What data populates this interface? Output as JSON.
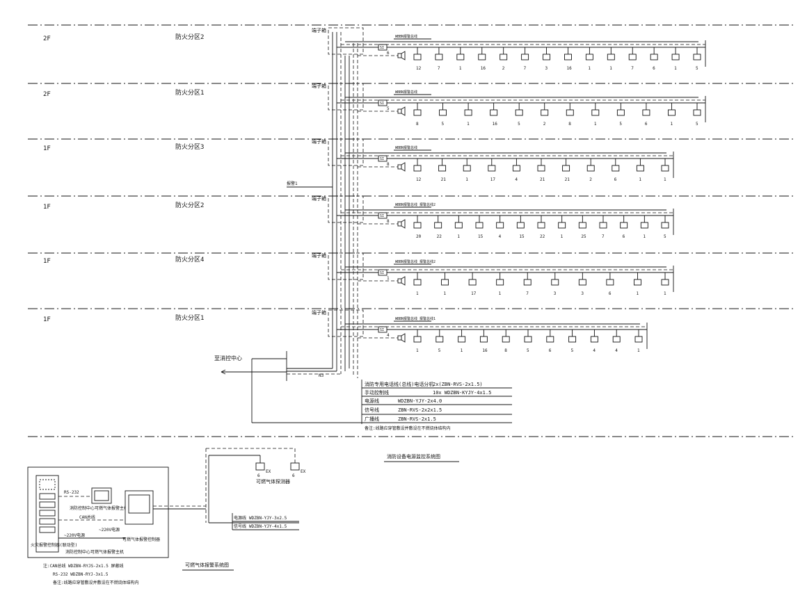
{
  "floors": [
    {
      "level": "2F",
      "zone": "防火分区2"
    },
    {
      "level": "2F",
      "zone": "防火分区1"
    },
    {
      "level": "1F",
      "zone": "防火分区3"
    },
    {
      "level": "1F",
      "zone": "防火分区2"
    },
    {
      "level": "1F",
      "zone": "防火分区4"
    },
    {
      "level": "1F",
      "zone": "防火分区1"
    }
  ],
  "junction_box_label": "端子箱",
  "si_label": "SI",
  "zone_numbers": [
    "6",
    "5",
    "8",
    "8",
    "1",
    "4"
  ],
  "bus_labels": [
    "WBBN报警总线",
    "WBBN报警总线",
    "WBBN报警总线",
    "WBBN报警总线 报警总线2",
    "WBBN报警总线 报警总线2",
    "WBBN报警总线 报警总线1"
  ],
  "device_counts": [
    [
      "12",
      "7",
      "1",
      "16",
      "2",
      "7",
      "3",
      "16",
      "1",
      "1",
      "7",
      "6",
      "1",
      "5"
    ],
    [
      "8",
      "5",
      "1",
      "16",
      "5",
      "2",
      "8",
      "1",
      "5",
      "6",
      "1",
      "5"
    ],
    [
      "12",
      "21",
      "1",
      "17",
      "4",
      "21",
      "21",
      "2",
      "6",
      "1",
      "1"
    ],
    [
      "20",
      "22",
      "1",
      "15",
      "4",
      "15",
      "22",
      "1",
      "25",
      "7",
      "6",
      "1",
      "5"
    ],
    [
      "1",
      "1",
      "17",
      "1",
      "7",
      "3",
      "3",
      "6",
      "1",
      "1"
    ],
    [
      "1",
      "5",
      "1",
      "16",
      "8",
      "5",
      "6",
      "5",
      "4",
      "4",
      "1"
    ]
  ],
  "labels": {
    "to_control_center": "至消控中心",
    "bus_tag": "报警1",
    "cable_tag": "N3"
  },
  "cable_legend": {
    "rows": [
      {
        "name": "消防专用电话线(总线)电话分机",
        "spec": "2x(ZBN-RVS-2x1.5)"
      },
      {
        "name": "手动控制线",
        "spec": "10x WDZBN-KYJY-4x1.5"
      },
      {
        "name": "电源线",
        "spec": "WDZBN-YJY-2x4.0"
      },
      {
        "name": "信号线",
        "spec": "ZBN-RVS-2x2x1.5"
      },
      {
        "name": "广播线",
        "spec": "ZBN-RVS-2x1.5"
      }
    ],
    "note": "备注:线路应穿管敷设并敷设在不燃烧体结构内"
  },
  "gas_alarm": {
    "title": "可燃气体报警系统图",
    "rs232": "RS-232",
    "can_bus": "CAN总线",
    "power_220": "~220V电源",
    "power_220b": "~220V电源",
    "panel_label": "可燃气体报警控制器",
    "host_label": "火灾报警控制器(联动型)",
    "monitor_label": "消防控制中心可燃气体报警主机",
    "controller_label": "可燃气体报警控制器",
    "room_label": "消防控制中心可燃气体报警主机",
    "detector_title": "可燃气体探测器",
    "detector_count": [
      "6",
      "6"
    ],
    "detector_tag": [
      "EX",
      "EX"
    ],
    "cable_rows": [
      {
        "name": "电源线",
        "spec": "WDZBN-YJY-3x2.5"
      },
      {
        "name": "信号线",
        "spec": "WDZBN-YJY-4x1.5"
      }
    ],
    "notes": [
      "注:CAN总线 WDZBN-RYJS-2x1.5 屏蔽线",
      "RS-232 WDZBN-RYJ-3x1.5",
      "备注:线路应穿管敷设并敷设在不燃烧体结构内"
    ]
  },
  "monitoring_title": "消防设备电源监控系统图"
}
